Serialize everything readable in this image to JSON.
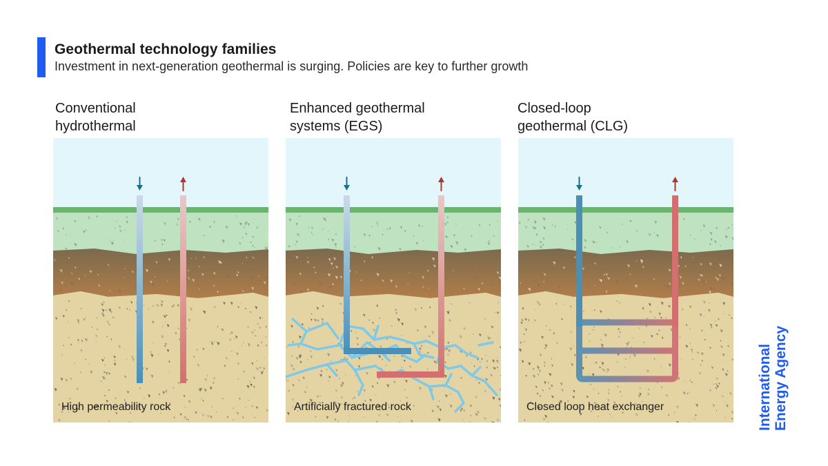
{
  "header": {
    "title": "Geothermal technology families",
    "subtitle": "Investment in next-generation geothermal is surging. Policies are key to further growth"
  },
  "colors": {
    "accent": "#1f5cf2",
    "sky": "#e2f6fb",
    "grass": "#6ab56d",
    "topsoil": "#bfe2c0",
    "subsoil": "#a47c52",
    "rock": "#e4d4a4",
    "cold_pipe": "#4b8fb6",
    "hot_pipe": "#d46f6f",
    "fracture": "#7fc9e8"
  },
  "panels": [
    {
      "title_line1": "Conventional",
      "title_line2": "hydrothermal",
      "caption": "High permeability rock",
      "type": "conventional-diagram"
    },
    {
      "title_line1": "Enhanced geothermal",
      "title_line2": "systems (EGS)",
      "caption": "Artificially fractured rock",
      "type": "egs-diagram"
    },
    {
      "title_line1": "Closed-loop",
      "title_line2": "geothermal (CLG)",
      "caption": "Closed loop heat exchanger",
      "type": "clg-diagram"
    }
  ],
  "footer": {
    "org_line1": "International",
    "org_line2": "Energy Agency"
  }
}
